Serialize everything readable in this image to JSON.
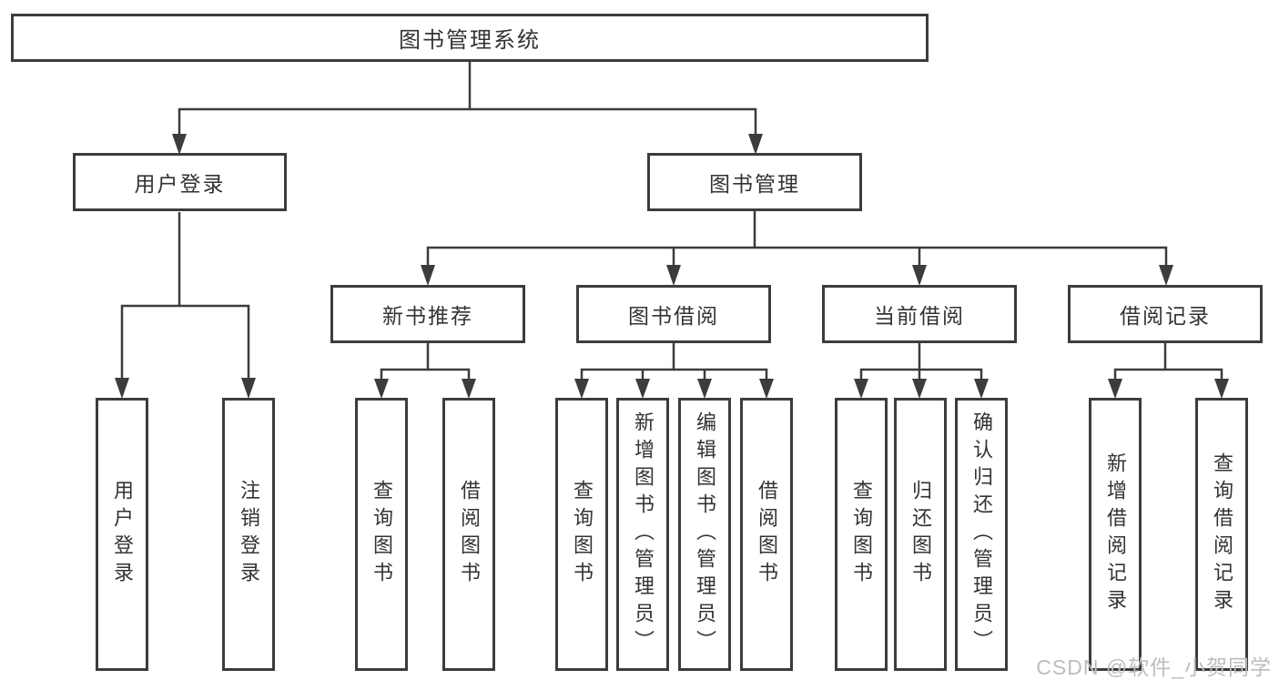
{
  "diagram": {
    "root": {
      "label": "图书管理系统"
    },
    "level2": [
      {
        "id": "user-login",
        "label": "用户登录"
      },
      {
        "id": "book-management",
        "label": "图书管理"
      }
    ],
    "level3": [
      {
        "id": "new-book-recommend",
        "label": "新书推荐"
      },
      {
        "id": "book-borrowing",
        "label": "图书借阅"
      },
      {
        "id": "current-borrowing",
        "label": "当前借阅"
      },
      {
        "id": "borrowing-records",
        "label": "借阅记录"
      }
    ],
    "leaves": [
      {
        "id": "user-login",
        "label": "用户登录"
      },
      {
        "id": "logout",
        "label": "注销登录"
      },
      {
        "id": "query-books-recommend",
        "label": "查询图书"
      },
      {
        "id": "borrow-book-recommend",
        "label": "借阅图书"
      },
      {
        "id": "query-books-borrowing",
        "label": "查询图书"
      },
      {
        "id": "add-book-admin",
        "label": "新增图书（管理员）"
      },
      {
        "id": "edit-book-admin",
        "label": "编辑图书（管理员）"
      },
      {
        "id": "borrow-book",
        "label": "借阅图书"
      },
      {
        "id": "query-books-current",
        "label": "查询图书"
      },
      {
        "id": "return-book",
        "label": "归还图书"
      },
      {
        "id": "confirm-return-admin",
        "label": "确认归还（管理员）"
      },
      {
        "id": "add-borrow-record",
        "label": "新增借阅记录"
      },
      {
        "id": "query-borrow-record",
        "label": "查询借阅记录"
      }
    ],
    "watermark": "CSDN @软件_小贺同学",
    "colors": {
      "line": "#3c3c3c",
      "text": "#333333",
      "watermark": "#bdbdbd",
      "background": "#ffffff"
    }
  }
}
